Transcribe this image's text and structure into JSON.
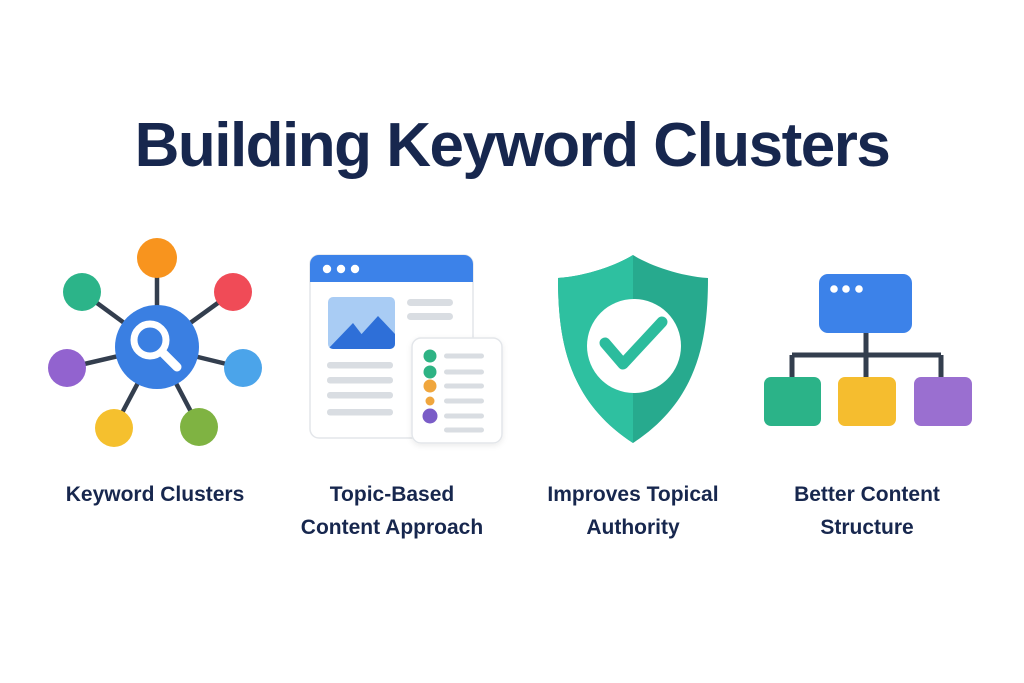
{
  "title": "Building Keyword Clusters",
  "colors": {
    "background": "#ffffff",
    "text_navy": "#17274e",
    "connector": "#333e4e",
    "gray_line": "#d9dde2",
    "panel_border": "#e3e6ea"
  },
  "items": [
    {
      "label": "Keyword Clusters",
      "icon": "keyword-cluster-network",
      "hub_color": "#3a7fe2",
      "satellites": [
        {
          "name": "orange",
          "color": "#f8941e"
        },
        {
          "name": "teal-green",
          "color": "#2cb489"
        },
        {
          "name": "red",
          "color": "#f04b57"
        },
        {
          "name": "purple",
          "color": "#9263cf"
        },
        {
          "name": "light-blue",
          "color": "#4ba4ea"
        },
        {
          "name": "yellow",
          "color": "#f5c02e"
        },
        {
          "name": "olive-green",
          "color": "#7fb342"
        }
      ]
    },
    {
      "label": "Topic-Based Content Approach",
      "icon": "browser-document",
      "browser_bar_color": "#3c82e9",
      "image_bg_color": "#a9ccf4",
      "mountain_color": "#2e6fd8",
      "bullets": [
        {
          "name": "green",
          "color": "#2eb384"
        },
        {
          "name": "green",
          "color": "#2eb384"
        },
        {
          "name": "orange",
          "color": "#f0a63c"
        },
        {
          "name": "orange",
          "color": "#f0a63c"
        },
        {
          "name": "purple",
          "color": "#7a5bc7"
        }
      ]
    },
    {
      "label": "Improves Topical Authority",
      "icon": "shield-check",
      "shield_left_color": "#2ec0a0",
      "shield_right_color": "#27aa8e",
      "check_color": "#2cbc9d"
    },
    {
      "label": "Better Content Structure",
      "icon": "hierarchy-chart",
      "parent_color": "#3c82e9",
      "children": [
        {
          "name": "green",
          "color": "#2bb388"
        },
        {
          "name": "yellow",
          "color": "#f5bd2f"
        },
        {
          "name": "purple",
          "color": "#9a6fd0"
        }
      ]
    }
  ]
}
